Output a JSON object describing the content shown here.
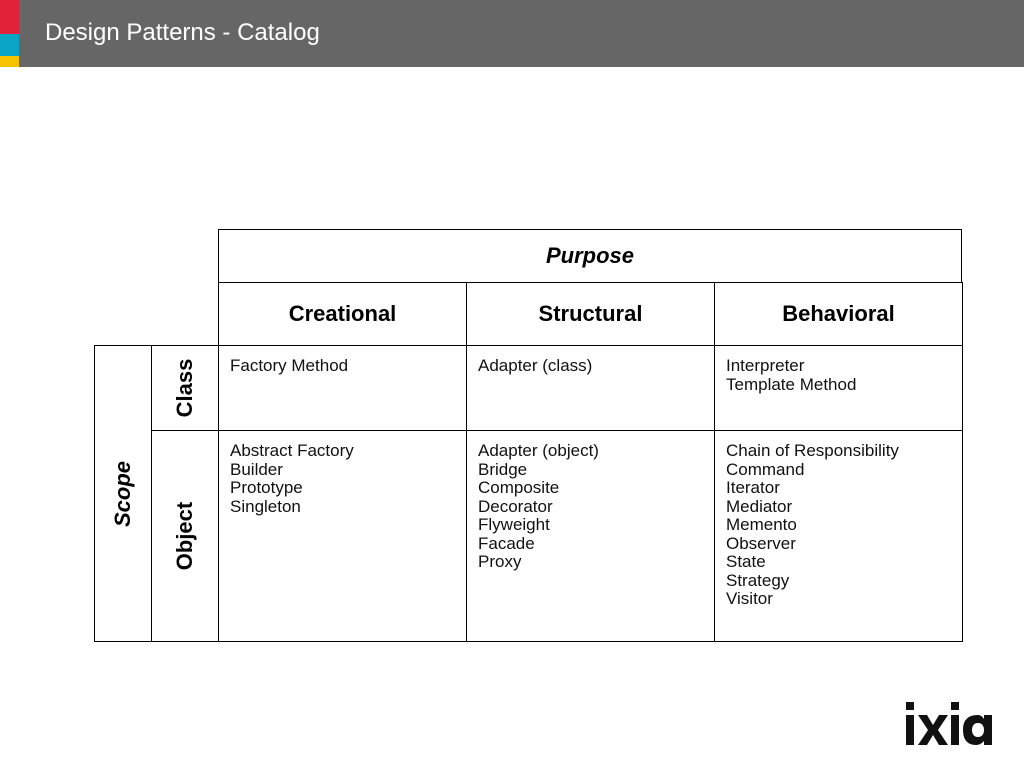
{
  "header": {
    "title": "Design Patterns - Catalog",
    "background_color": "#666666",
    "accent_colors": [
      "#e0233b",
      "#0aa5c4",
      "#f7c300"
    ]
  },
  "table": {
    "purpose_label": "Purpose",
    "scope_label": "Scope",
    "categories": [
      "Creational",
      "Structural",
      "Behavioral"
    ],
    "rows": [
      {
        "label": "Class",
        "cells": [
          [
            "Factory Method"
          ],
          [
            "Adapter (class)"
          ],
          [
            "Interpreter",
            "Template Method"
          ]
        ]
      },
      {
        "label": "Object",
        "cells": [
          [
            "Abstract Factory",
            "Builder",
            "Prototype",
            "Singleton"
          ],
          [
            "Adapter (object)",
            "Bridge",
            "Composite",
            "Decorator",
            "Flyweight",
            "Facade",
            "Proxy"
          ],
          [
            "Chain of Responsibility",
            "Command",
            "Iterator",
            "Mediator",
            "Memento",
            "Observer",
            "State",
            "Strategy",
            "Visitor"
          ]
        ]
      }
    ]
  },
  "logo": {
    "text": "ixia",
    "icon": "ixia-logo-icon",
    "color": "#111111"
  }
}
